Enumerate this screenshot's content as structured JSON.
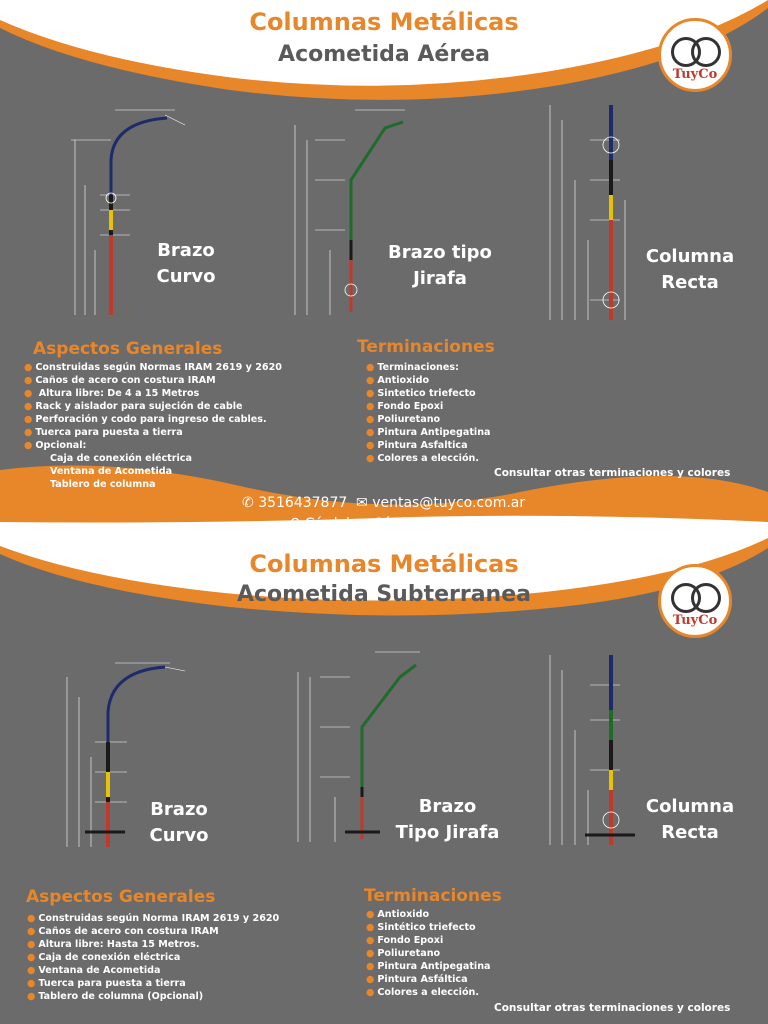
{
  "colors": {
    "accent": "#e8862a",
    "background": "#6b6b6b",
    "white": "#ffffff",
    "pole_red": "#c0392b",
    "arm_blue": "#1e2b6b",
    "arm_green": "#1f6b2a"
  },
  "brand": {
    "logo_text": "TuyCo"
  },
  "panel1": {
    "title": "Columnas Metálicas",
    "subtitle": "Acometida Aérea",
    "diagrams": [
      {
        "label_l1": "Brazo",
        "label_l2": "Curvo"
      },
      {
        "label_l1": "Brazo tipo",
        "label_l2": "Jirafa"
      },
      {
        "label_l1": "Columna",
        "label_l2": "Recta"
      }
    ],
    "aspectos_title": "Aspectos Generales",
    "aspectos": [
      {
        "text": "Construidas según Normas IRAM 2619 y 2620",
        "sub": false
      },
      {
        "text": "Caños de acero con costura IRAM",
        "sub": false
      },
      {
        "text": " Altura libre: De 4 a 15 Metros",
        "sub": false
      },
      {
        "text": "Rack y aislador para sujeción de cable",
        "sub": false
      },
      {
        "text": "Perforación y codo para ingreso de cables.",
        "sub": false
      },
      {
        "text": "Tuerca para puesta a tierra",
        "sub": false
      },
      {
        "text": "Opcional:",
        "sub": false
      },
      {
        "text": "Caja de conexión eléctrica",
        "sub": true
      },
      {
        "text": "Ventana de Acometida",
        "sub": true
      },
      {
        "text": "Tablero de columna",
        "sub": true
      }
    ],
    "term_title": "Terminaciones",
    "terminaciones": [
      "Terminaciones:",
      "Antioxido",
      "Sintetico triefecto",
      "Fondo Epoxi",
      "Poliuretano",
      "Pintura Antipegatina",
      "Pintura Asfaltica",
      "Colores a elección."
    ],
    "consult": "Consultar otras terminaciones y colores",
    "phone": "3516437877",
    "email": "ventas@tuyco.com.ar",
    "location": "Córdoba- Córdoba"
  },
  "panel2": {
    "title": "Columnas Metálicas",
    "subtitle": "Acometida Subterranea",
    "diagrams": [
      {
        "label_l1": "Brazo",
        "label_l2": "Curvo"
      },
      {
        "label_l1": "Brazo",
        "label_l2": "Tipo Jirafa"
      },
      {
        "label_l1": "Columna",
        "label_l2": "Recta"
      }
    ],
    "aspectos_title": "Aspectos Generales",
    "aspectos": [
      {
        "text": "Construidas según Norma IRAM 2619 y 2620",
        "sub": false
      },
      {
        "text": "Caños de acero con costura IRAM",
        "sub": false
      },
      {
        "text": "Altura libre: Hasta 15 Metros.",
        "sub": false
      },
      {
        "text": "Caja de conexión eléctrica",
        "sub": false
      },
      {
        "text": "Ventana de Acometida",
        "sub": false
      },
      {
        "text": "Tuerca para puesta a tierra",
        "sub": false
      },
      {
        "text": "Tablero de columna (Opcional)",
        "sub": false
      }
    ],
    "term_title": "Terminaciones",
    "terminaciones": [
      "Antioxido",
      "Sintético triefecto",
      "Fondo Epoxi",
      "Poliuretano",
      "Pintura Antipegatina",
      "Pintura Asfáltica",
      "Colores a elección."
    ],
    "consult": "Consultar otras terminaciones y colores"
  }
}
